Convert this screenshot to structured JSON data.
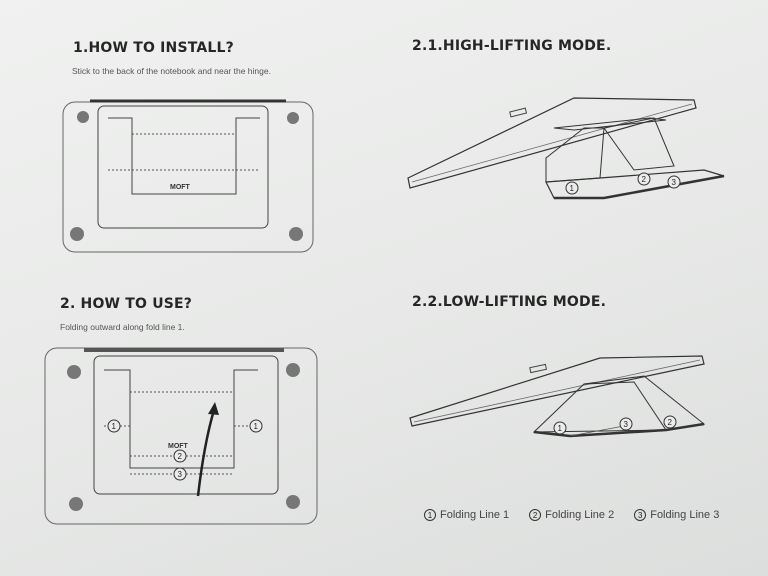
{
  "sections": {
    "install": {
      "heading": "1.HOW TO INSTALL?",
      "description": "Stick to the back of the notebook and near the hinge."
    },
    "use": {
      "heading": "2. HOW TO USE?",
      "description": "Folding outward along fold line 1."
    },
    "high_lifting": {
      "heading": "2.1.HIGH-LIFTING MODE."
    },
    "low_lifting": {
      "heading": "2.2.LOW-LIFTING MODE."
    }
  },
  "brand_mark": "MOFT",
  "markers": {
    "one": "1",
    "two": "2",
    "three": "3"
  },
  "legend": [
    {
      "number": "1",
      "label": "Folding Line 1"
    },
    {
      "number": "2",
      "label": "Folding Line 2"
    },
    {
      "number": "3",
      "label": "Folding Line 3"
    }
  ],
  "colors": {
    "paper": "#ebeceb",
    "ink": "#2b2b2b"
  }
}
